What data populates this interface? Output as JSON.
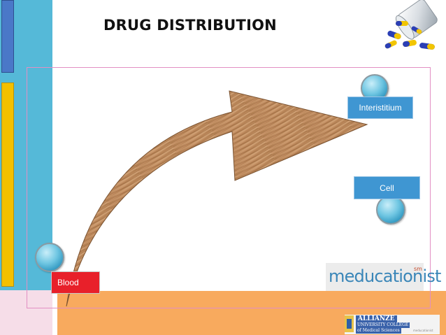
{
  "slide": {
    "title": "DRUG DISTRIBUTION"
  },
  "compartments": {
    "blood": {
      "label": "Blood",
      "color": "#e8202a"
    },
    "interstitium": {
      "label": "Interistitium",
      "color": "#3f96d2"
    },
    "cell": {
      "label": "Cell",
      "color": "#3f96d2"
    }
  },
  "branding": {
    "meducationist": {
      "name": "meducationist",
      "mark": "sm"
    },
    "allianze": {
      "title": "ALLIANZE",
      "line1": "UNIVERSITY COLLEGE",
      "line2": "of Medical Sciences",
      "tag": "meducationist"
    }
  },
  "icons": {
    "arrow": "wood-texture-curved-arrow",
    "pills": "capsules-spilling-from-bottle",
    "nodes": "blue-sphere"
  },
  "colors": {
    "accent_blue": "#55b9d8",
    "accent_yellow": "#f3c000",
    "accent_orange": "#f8aa5e",
    "frame_pink": "#e28fc3"
  }
}
